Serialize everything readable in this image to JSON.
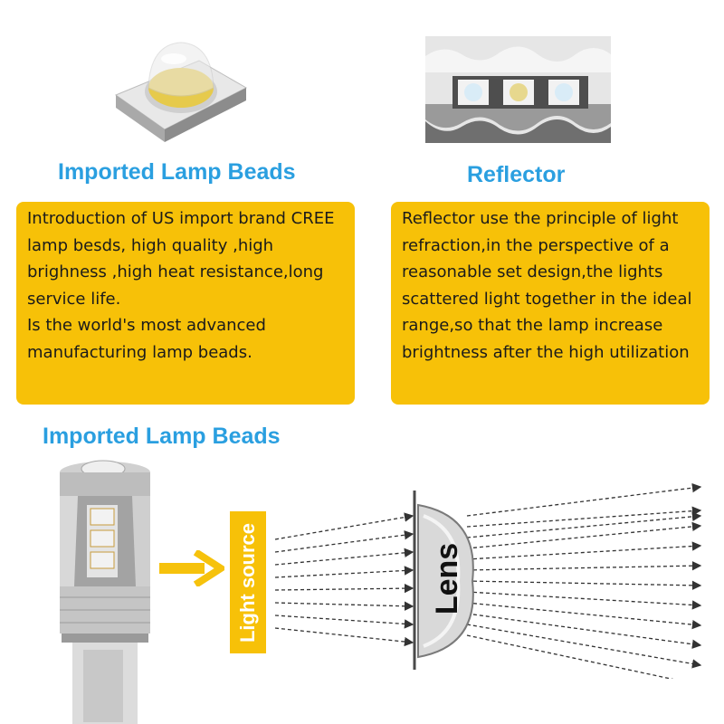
{
  "left_panel": {
    "heading": "Imported Lamp Beads",
    "paragraph_1": "Introduction of US import brand CREE lamp besds, high quality ,high brighness ,high heat resistance,long service life.",
    "paragraph_2": "Is the world's most advanced manufacturing lamp beads."
  },
  "right_panel": {
    "heading": "Reflector",
    "paragraph": "Reflector use the principle of light refraction,in the perspective of a reasonable set design,the lights scattered light together in the ideal range,so that the lamp increase brightness after the high utilization"
  },
  "bottom": {
    "heading": "Imported Lamp Beads",
    "light_source_label": "Light source",
    "lens_label": "Lens"
  },
  "colors": {
    "heading_blue": "#2a9fe0",
    "card_yellow": "#f7c108",
    "arrow_yellow": "#f6c20c"
  }
}
